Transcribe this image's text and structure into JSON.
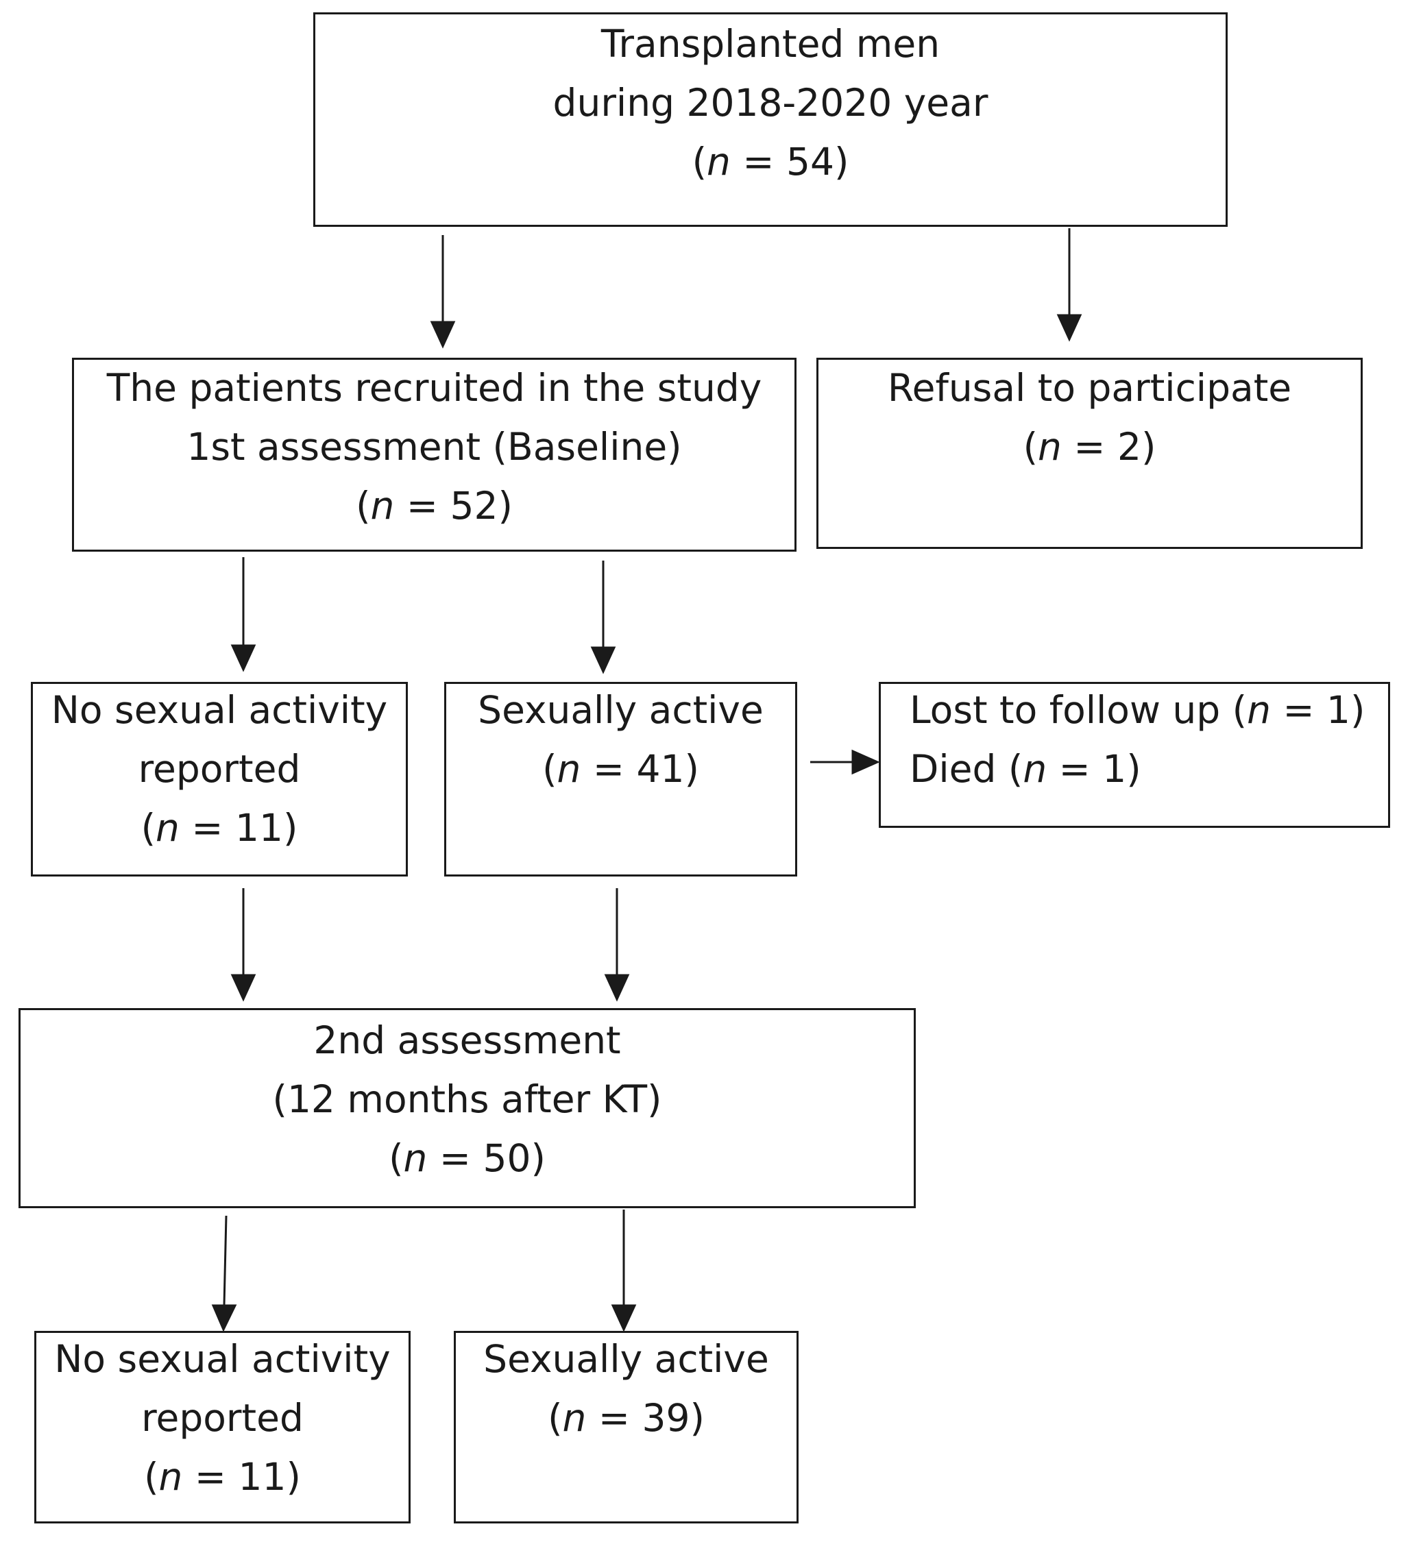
{
  "boxes": {
    "transplanted": {
      "line1": "Transplanted men",
      "line2": "during 2018-2020  year",
      "n_prefix": "(",
      "n_var": "n",
      "n_suffix": " = 54)"
    },
    "recruited": {
      "line1": "The patients recruited in the study",
      "line2": "1st assessment (Baseline)",
      "n_prefix": "(",
      "n_var": "n",
      "n_suffix": " = 52)"
    },
    "refusal": {
      "line1": "Refusal to participate",
      "n_prefix": "(",
      "n_var": "n",
      "n_suffix": " = 2)"
    },
    "no_activity_1": {
      "line1": "No sexual activity",
      "line2": "reported",
      "n_prefix": "(",
      "n_var": "n",
      "n_suffix": " = 11)"
    },
    "active_1": {
      "line1": "Sexually active",
      "n_prefix": "(",
      "n_var": "n",
      "n_suffix": " = 41)"
    },
    "lost": {
      "line1_text": "Lost to follow up (",
      "line1_var": "n",
      "line1_suffix": " = 1)",
      "line2_text": "Died (",
      "line2_var": "n",
      "line2_suffix": " = 1)"
    },
    "second": {
      "line1": "2nd assessment",
      "line2": "(12 months after KT)",
      "n_prefix": "(",
      "n_var": "n",
      "n_suffix": " = 50)"
    },
    "no_activity_2": {
      "line1": "No sexual activity",
      "line2": "reported",
      "n_prefix": "(",
      "n_var": "n",
      "n_suffix": " = 11)"
    },
    "active_2": {
      "line1": "Sexually active",
      "n_prefix": "(",
      "n_var": "n",
      "n_suffix": " = 39)"
    }
  }
}
